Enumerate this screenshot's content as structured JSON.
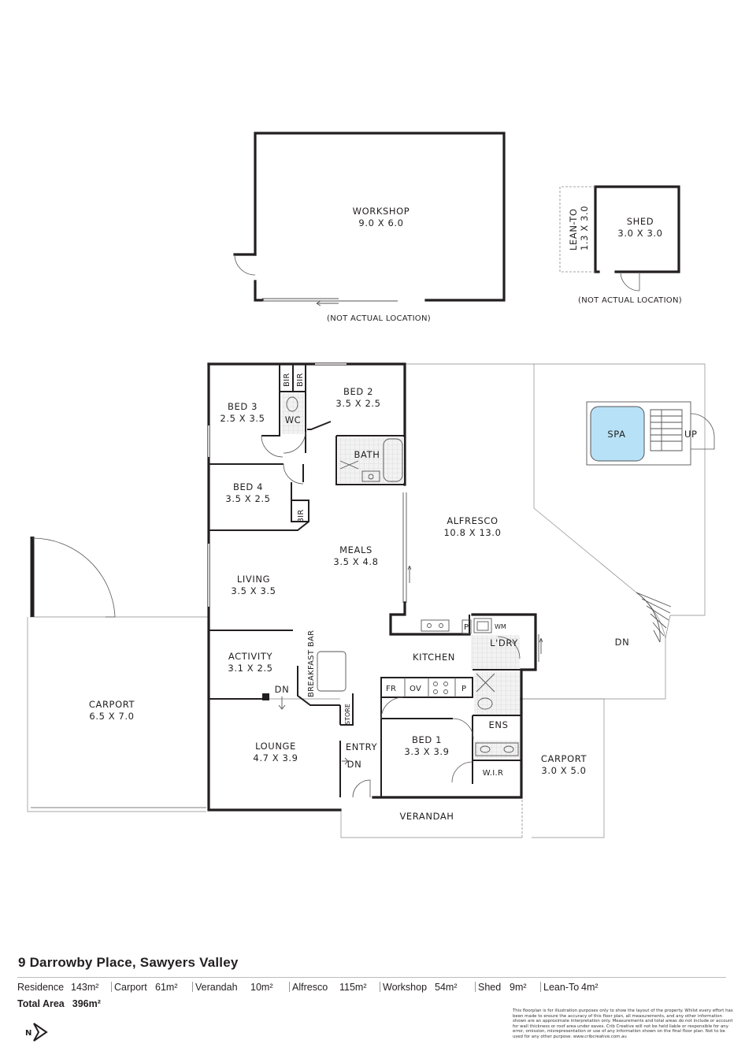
{
  "rooms": {
    "workshop": {
      "name": "WORKSHOP",
      "size": "9.0 X 6.0"
    },
    "workshop_note": "(NOT ACTUAL LOCATION)",
    "shed": {
      "name": "SHED",
      "size": "3.0 X 3.0"
    },
    "lean_to": {
      "name": "LEAN-TO",
      "size": "1.3 X 3.0"
    },
    "shed_note": "(NOT ACTUAL LOCATION)",
    "bed3": {
      "name": "BED 3",
      "size": "2.5 X 3.5"
    },
    "bed2": {
      "name": "BED 2",
      "size": "3.5 X 2.5"
    },
    "bed4": {
      "name": "BED 4",
      "size": "3.5 X 2.5"
    },
    "wc": "WC",
    "bath": "BATH",
    "bir": "BIR",
    "alfresco": {
      "name": "ALFRESCO",
      "size": "10.8 X 13.0"
    },
    "spa": "SPA",
    "up": "UP",
    "meals": {
      "name": "MEALS",
      "size": "3.5 X 4.8"
    },
    "living": {
      "name": "LIVING",
      "size": "3.5 X 3.5"
    },
    "activity": {
      "name": "ACTIVITY",
      "size": "3.1 X 2.5"
    },
    "breakfast_bar": "BREAKFAST BAR",
    "kitchen": "KITCHEN",
    "laundry": "L'DRY",
    "wm": "WM",
    "pantry": "P",
    "fridge": "FR",
    "oven": "OV",
    "ensuite": "ENS",
    "wir": "W.I.R",
    "bed1": {
      "name": "BED 1",
      "size": "3.3 X 3.9"
    },
    "entry": "ENTRY",
    "store": "STORE",
    "lounge": {
      "name": "LOUNGE",
      "size": "4.7 X 3.9"
    },
    "carport_left": {
      "name": "CARPORT",
      "size": "6.5 X 7.0"
    },
    "carport_right": {
      "name": "CARPORT",
      "size": "3.0 X 5.0"
    },
    "verandah": "VERANDAH",
    "dn": "DN"
  },
  "footer": {
    "address": "9 Darrowby Place, Sawyers Valley",
    "areas": [
      {
        "label": "Residence",
        "value": "143m²"
      },
      {
        "label": "Carport",
        "value": "61m²"
      },
      {
        "label": "Verandah",
        "value": "10m²"
      },
      {
        "label": "Alfresco",
        "value": "115m²"
      },
      {
        "label": "Workshop",
        "value": "54m²"
      },
      {
        "label": "Shed",
        "value": "9m²"
      },
      {
        "label": "Lean-To",
        "value": "4m²"
      }
    ],
    "total_label": "Total Area",
    "total_value": "396m²",
    "north_label": "N",
    "disclaimer": "This floorplan is for illustration purposes only to show the layout of the property. Whilst every effort has been made to ensure the accuracy of this floor plan, all measurements, and any other information shown are an approximate interpretation only. Measurements and total areas do not include or account for wall thickness or roof area under eaves. Crib Creative will not be held liable or responsible for any error, omission, misrepresentation or use of any information shown on the final floor plan. Not to be used for any other purpose. www.cribcreative.com.au"
  }
}
